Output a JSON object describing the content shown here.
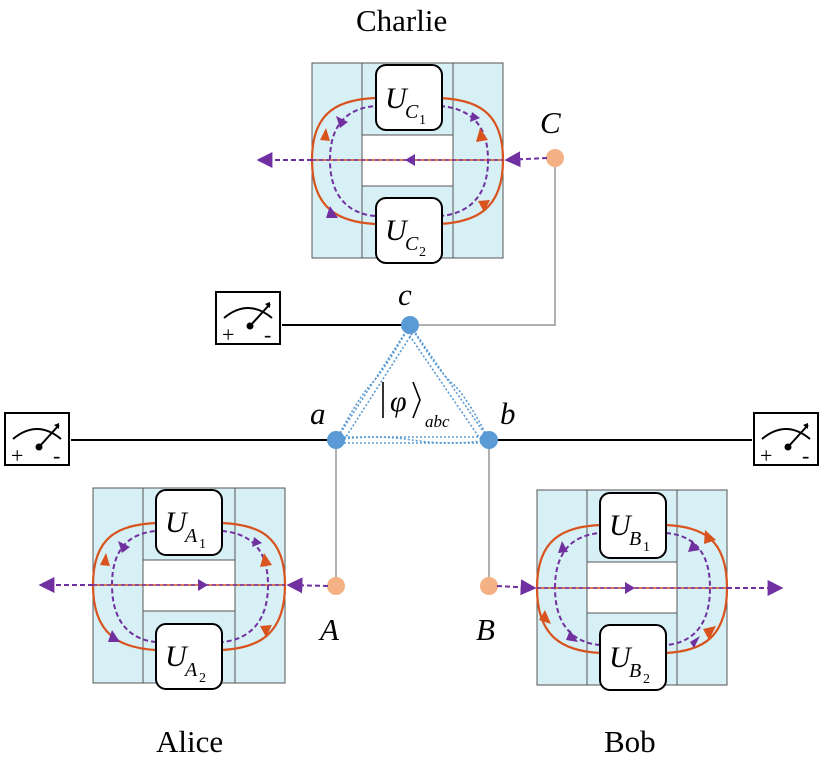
{
  "parties": {
    "charlie": "Charlie",
    "alice": "Alice",
    "bob": "Bob"
  },
  "nodes": {
    "a": "a",
    "b": "b",
    "c": "c",
    "A": "A",
    "B": "B",
    "C": "C"
  },
  "unitaries": {
    "charlie_top": {
      "main": "U",
      "sub": "C",
      "index": "1"
    },
    "charlie_bottom": {
      "main": "U",
      "sub": "C",
      "index": "2"
    },
    "alice_top": {
      "main": "U",
      "sub": "A",
      "index": "1"
    },
    "alice_bottom": {
      "main": "U",
      "sub": "A",
      "index": "2"
    },
    "bob_top": {
      "main": "U",
      "sub": "B",
      "index": "1"
    },
    "bob_bottom": {
      "main": "U",
      "sub": "B",
      "index": "2"
    }
  },
  "state": {
    "symbol": "φ",
    "subscript": "abc"
  },
  "meters": {
    "plus": "+",
    "minus": "-"
  },
  "colors": {
    "panel": "#d6f0f5",
    "orange": "#d9531e",
    "purple": "#7030a0",
    "blue_node": "#5b9bd5",
    "peach_node": "#f4b183",
    "gray_wire": "#b0b0b0",
    "black_wire": "#000000"
  }
}
